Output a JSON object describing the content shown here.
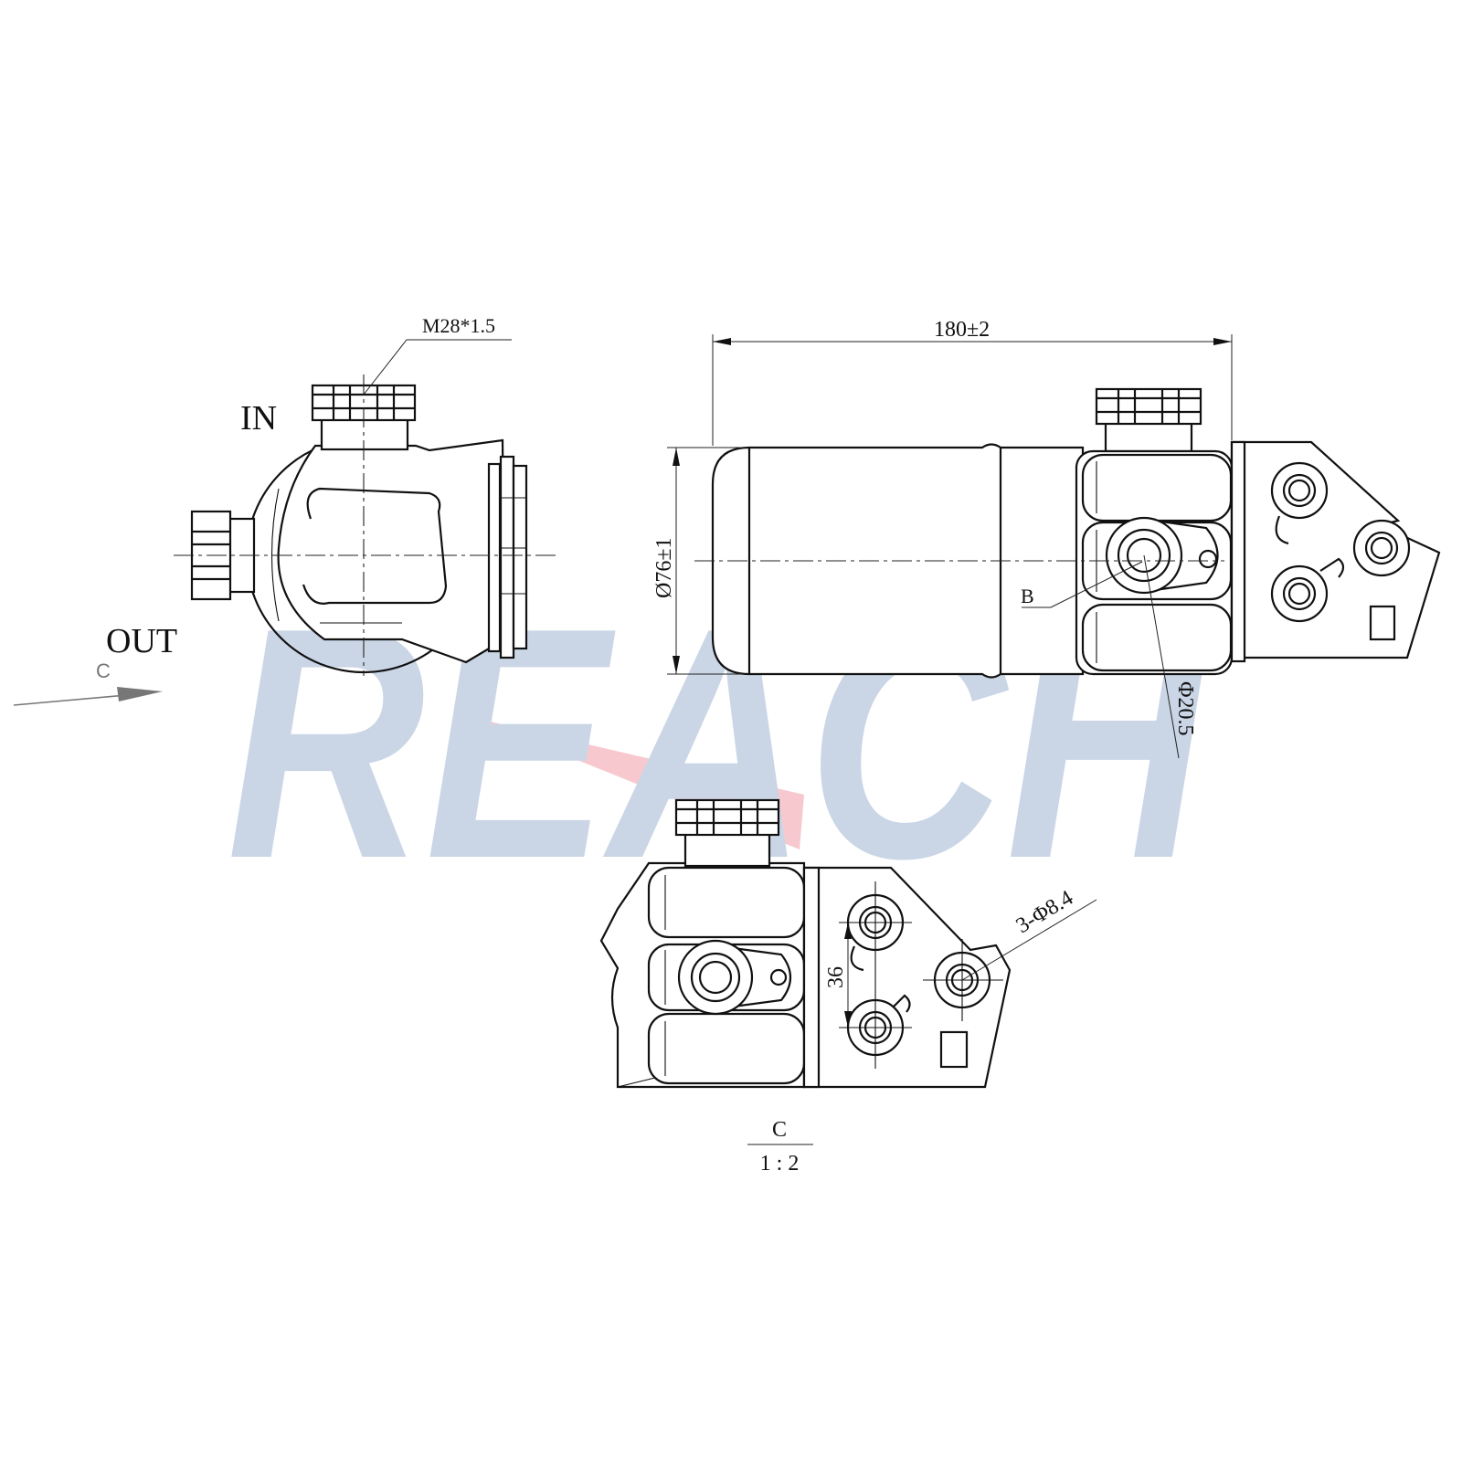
{
  "watermark": {
    "text": "REACH",
    "text_color": "#cad6e6",
    "swoosh_color": "#f7c9cf"
  },
  "labels": {
    "inlet": "IN",
    "outlet": "OUT",
    "view_letter": "C"
  },
  "dimensions": {
    "thread": "M28*1.5",
    "length": "180±2",
    "diameter": "Ø76±1",
    "port_diameter": "Φ20.5",
    "detail_ref": "B",
    "holes": "3-Φ8.4",
    "hole_spacing": "36"
  },
  "detail_view": {
    "name": "C",
    "scale": "1 : 2"
  }
}
